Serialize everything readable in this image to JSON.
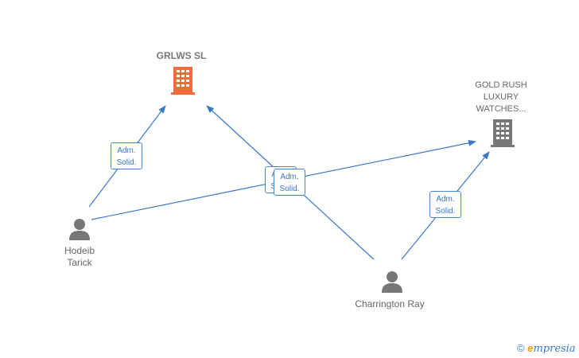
{
  "nodes": {
    "grlws": {
      "label": "GRLWS  SL",
      "color": "#f26b3a"
    },
    "goldrush": {
      "label_lines": [
        "GOLD RUSH",
        "LUXURY",
        "WATCHES..."
      ],
      "color": "#777777"
    },
    "hodeib": {
      "label_lines": [
        "Hodeib",
        "Tarick"
      ]
    },
    "charrington": {
      "label": "Charrington Ray"
    }
  },
  "relations": [
    {
      "line1": "Adm.",
      "line2": "Solid."
    },
    {
      "line1": "Adm.",
      "line2": "Solid."
    },
    {
      "line1": "Adm.",
      "line2": "Solid."
    },
    {
      "line1": "Adm.",
      "line2": "Solid."
    }
  ],
  "colors": {
    "edge": "#3a78c8",
    "person": "#777777"
  },
  "footer": {
    "copyright": "©",
    "brand_e": "e",
    "brand_rest": "mpresia"
  }
}
